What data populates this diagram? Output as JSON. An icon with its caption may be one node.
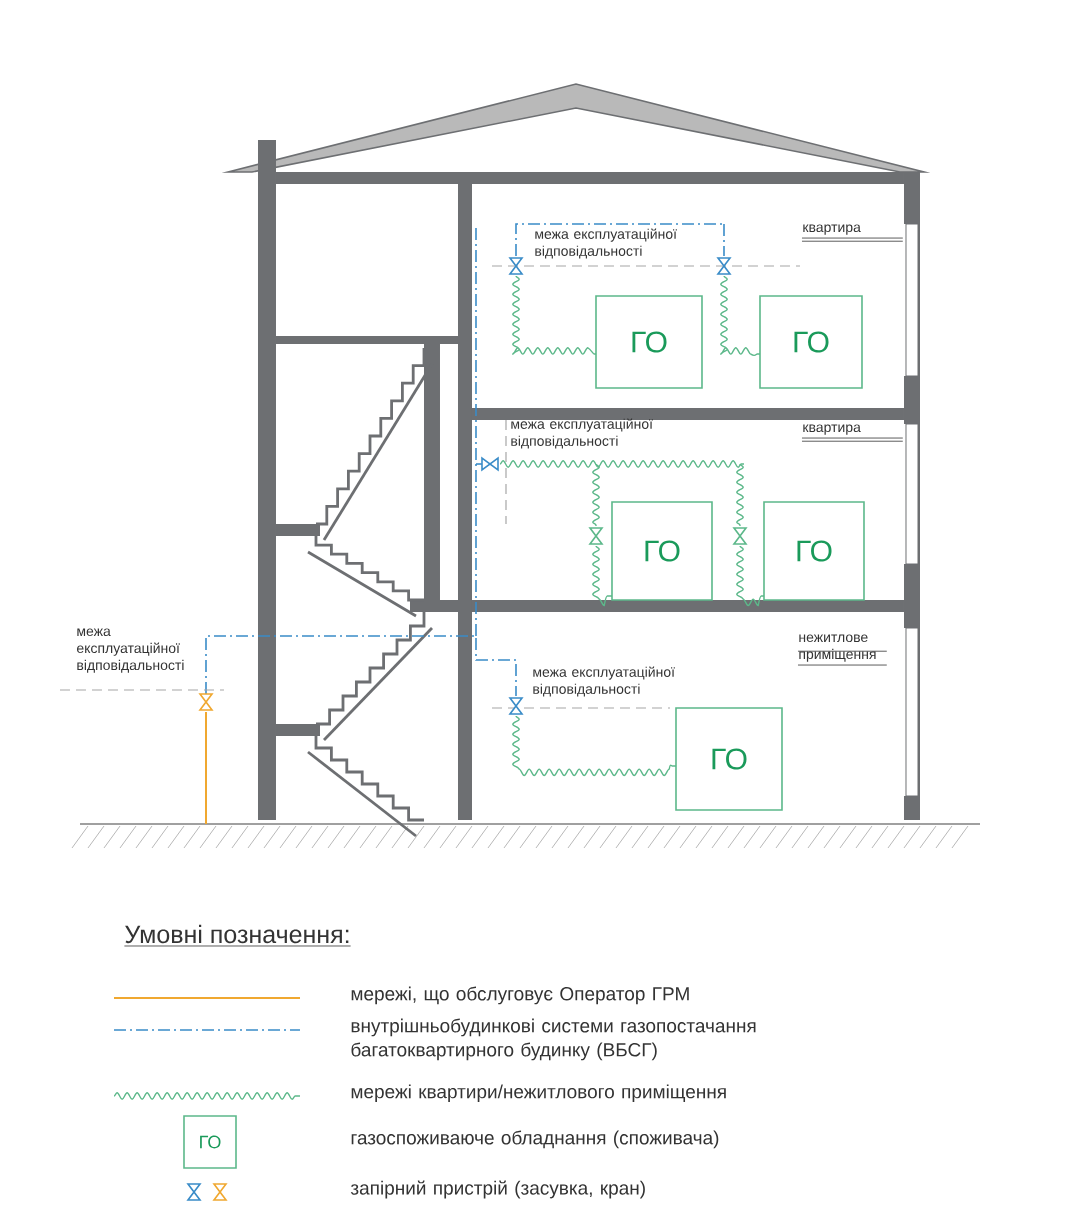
{
  "diagram": {
    "title": "Умовні позначення:",
    "nodes": [
      {
        "text": [
          "ГО"
        ]
      },
      {
        "text": [
          "ГО"
        ]
      },
      {
        "text": [
          "ГО"
        ]
      },
      {
        "text": [
          "ГО"
        ]
      },
      {
        "text": [
          "ГО"
        ]
      }
    ],
    "labels": [
      "межа експлуатаційної відповідальності",
      "квартира",
      "межа експлуатаційної відповідальності",
      "квартира",
      "межа експлуатаційної відповідальності",
      "нежитлове приміщення",
      "межа експлуатаційної відповідальності",
      "ГО"
    ],
    "legend": [
      {
        "text": "мережі, що обслуговує Оператор ГРМ"
      },
      {
        "text": "внутрішньобудинкові системи газопостачання багатоквартирного будинку (ВБСГ)"
      },
      {
        "text": "мережі квартири/нежитлового приміщення"
      },
      {
        "text": "газоспоживаюче обладнання (споживача)"
      },
      {
        "text": "запірний пристрій (засувка, кран)"
      }
    ]
  }
}
